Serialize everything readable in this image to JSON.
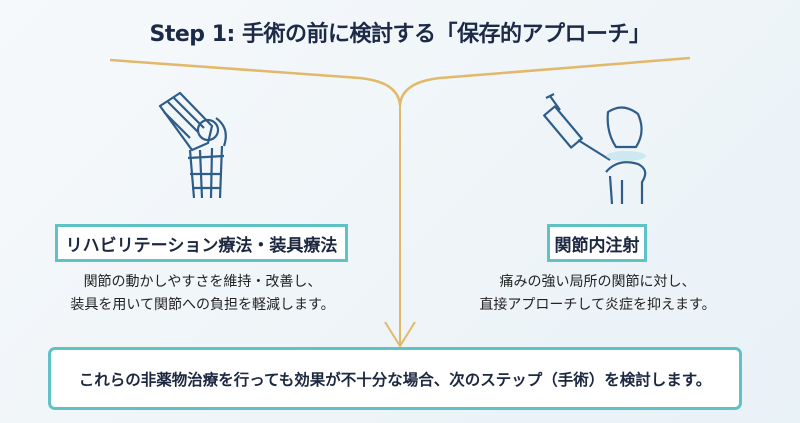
{
  "title": "Step 1: 手術の前に検討する「保存的アプローチ」",
  "left": {
    "icon": "knee-brace-icon",
    "label": "リハビリテーション療法・装具療法",
    "desc_lines": [
      "関節の動かしやすさを維持・改善し、",
      "装具を用いて関節への負担を軽減します。"
    ]
  },
  "right": {
    "icon": "joint-injection-icon",
    "label": "関節内注射",
    "desc_lines": [
      "痛みの強い局所の関節に対し、",
      "直接アプローチして炎症を抑えます。"
    ]
  },
  "bottom_text": "これらの非薬物治療を行っても効果が不十分な場合、次のステップ（手術）を検討します。",
  "colors": {
    "accent": "#5fc2c4",
    "line": "#e2b86a",
    "icon": "#2f5d8a",
    "text": "#1c2740"
  }
}
